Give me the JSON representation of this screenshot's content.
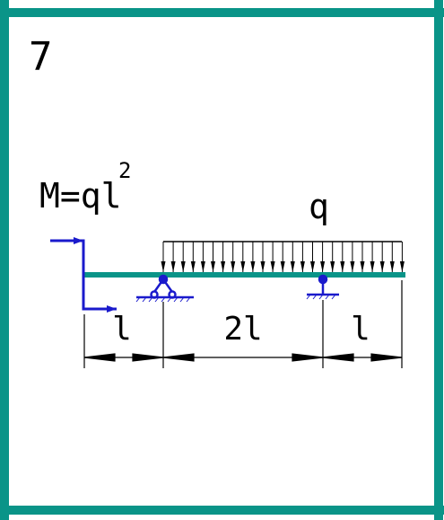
{
  "problem_number": "7",
  "moment_label": "M=ql",
  "moment_exponent": "2",
  "load_label": "q",
  "spans": [
    "l",
    "2l",
    "l"
  ],
  "colors": {
    "frame": "#0a9488",
    "beam": "#0a9488",
    "support": "#1a1acc",
    "load": "#000000",
    "text": "#000000"
  }
}
